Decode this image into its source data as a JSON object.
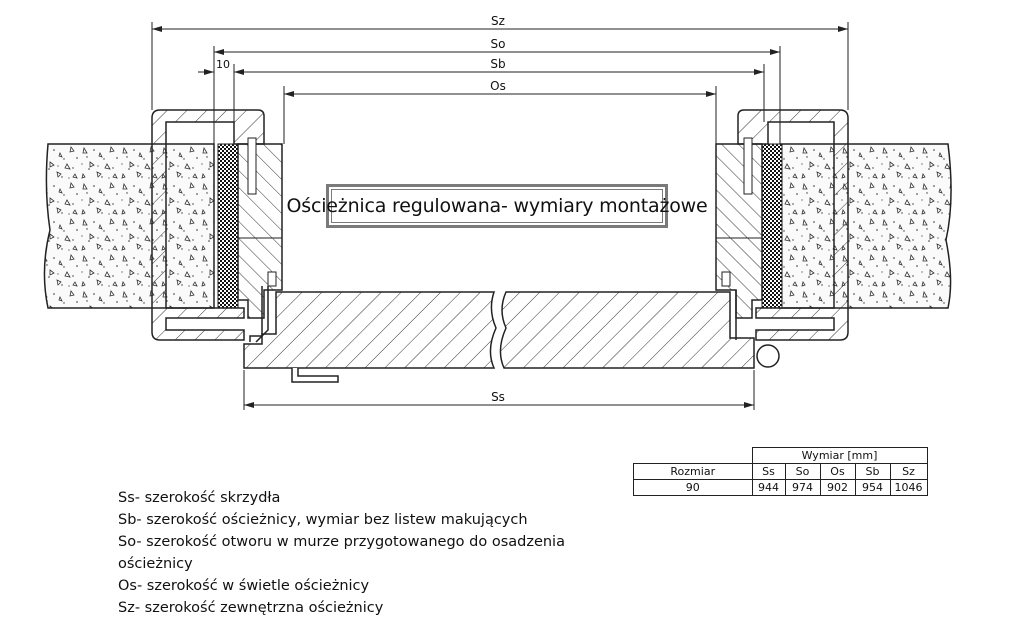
{
  "title": "Ościeżnica regulowana- wymiary montażowe",
  "dimensions": {
    "sz": "Sz",
    "so": "So",
    "sb": "Sb",
    "os": "Os",
    "ss": "Ss",
    "offset": "10"
  },
  "table": {
    "group_header": "Wymiar [mm]",
    "row_header": "Rozmiar",
    "columns": [
      "Ss",
      "So",
      "Os",
      "Sb",
      "Sz"
    ],
    "rows": [
      {
        "size": "90",
        "values": [
          "944",
          "974",
          "902",
          "954",
          "1046"
        ]
      }
    ]
  },
  "legend": [
    "Ss- szerokość skrzydła",
    "Sb- szerokość ościeżnicy, wymiar bez listew makujących",
    "So- szerokość otworu w murze przygotowanego do osadzenia",
    "ościeżnicy",
    "Os- szerokość w świetle ościeżnicy",
    "Sz- szerokość zewnętrzna ościeżnicy"
  ]
}
